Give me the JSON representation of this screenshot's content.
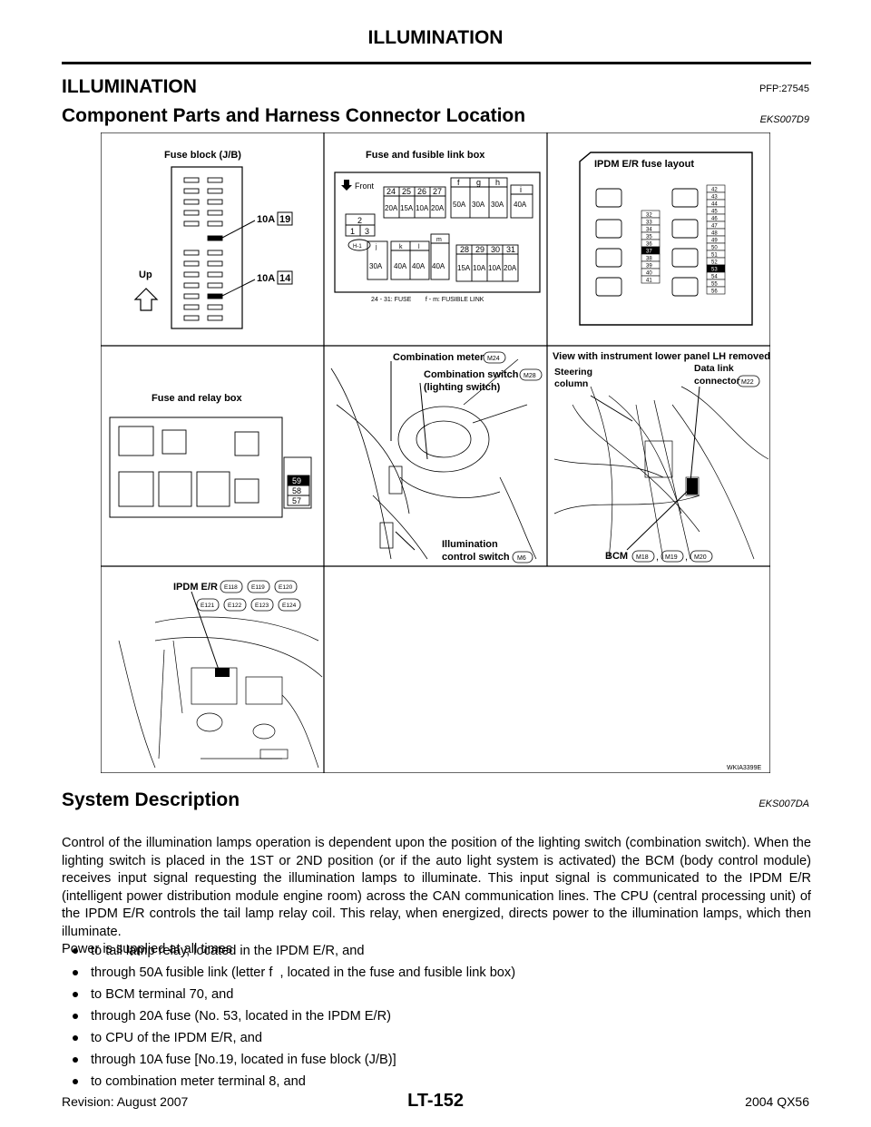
{
  "header": {
    "title": "ILLUMINATION"
  },
  "section": {
    "title": "ILLUMINATION",
    "code": "PFP:27545"
  },
  "component": {
    "title": "Component Parts and Harness Connector Location",
    "code": "EKS007D9"
  },
  "figure": {
    "fuse_block": {
      "title": "Fuse block (J/B)",
      "fuse1_amp": "10A",
      "fuse1_no": "19",
      "fuse2_amp": "10A",
      "fuse2_no": "14",
      "up": "Up"
    },
    "fusible_box": {
      "title": "Fuse and fusible link box",
      "front": "Front",
      "h1": "H-1",
      "nums_top": [
        "24",
        "25",
        "26",
        "27"
      ],
      "amps_top": [
        "20A",
        "15A",
        "10A",
        "20A"
      ],
      "letters_top": [
        "f",
        "g",
        "h",
        "i"
      ],
      "amps_letters": [
        "50A",
        "30A",
        "30A",
        "40A"
      ],
      "two": "2",
      "one": "1",
      "three": "3",
      "letters_bot": [
        "j",
        "k",
        "l",
        "m"
      ],
      "amps_bot": [
        "30A",
        "40A",
        "40A",
        "40A"
      ],
      "nums_bot": [
        "28",
        "29",
        "30",
        "31"
      ],
      "amps_bot2": [
        "15A",
        "10A",
        "10A",
        "20A"
      ],
      "legend": "24 - 31: FUSE        f - m: FUSIBLE LINK"
    },
    "ipdm_layout": {
      "title": "IPDM E/R fuse layout",
      "col1": [
        "32",
        "33",
        "34",
        "35",
        "36",
        "37",
        "38",
        "39",
        "40",
        "41"
      ],
      "col2": [
        "42",
        "43",
        "44",
        "45",
        "46",
        "47",
        "48",
        "49",
        "50",
        "51",
        "52",
        "53",
        "54",
        "55",
        "56"
      ]
    },
    "relay_box": {
      "title": "Fuse and relay box",
      "fuses": [
        "59",
        "58",
        "57"
      ]
    },
    "center": {
      "combo_meter": "Combination meter",
      "m24": "M24",
      "combo_switch": "Combination switch",
      "lighting": "(lighting switch)",
      "m28": "M28",
      "illum1": "Illumination",
      "illum2": "control switch",
      "m6": "M6"
    },
    "right": {
      "title": "View with instrument lower panel LH removed",
      "steering1": "Steering",
      "steering2": "column",
      "dl1": "Data link",
      "dl2": "connector",
      "m22": "M22",
      "bcm": "BCM",
      "m18": "M18",
      "m19": "M19",
      "m20": "M20",
      "comma": ","
    },
    "ipdm_er": {
      "label": "IPDM E/R",
      "conns": [
        "E118",
        "E119",
        "E120",
        "E121",
        "E122",
        "E123",
        "E124"
      ]
    },
    "id": "WKIA3399E"
  },
  "system": {
    "title": "System Description",
    "code": "EKS007DA"
  },
  "paragraph": "Control of the illumination lamps operation is dependent upon the position of the lighting switch (combination switch). When the lighting switch is placed in the 1ST or 2ND position (or if the auto light system is activated) the BCM (body control module) receives input signal requesting the illumination lamps to illuminate. This input signal is communicated to the IPDM E/R (intelligent power distribution module engine room) across the CAN communication lines. The CPU (central processing unit) of the IPDM E/R controls the tail lamp relay coil. This relay, when energized, directs power to the illumination lamps, which then illuminate.",
  "power": "Power is supplied at all times",
  "bullets": [
    "to tail lamp relay, located in the IPDM E/R, and",
    "through 50A fusible link (letter f  , located in the fuse and fusible link box)",
    "to BCM terminal 70, and",
    "through 20A fuse (No. 53, located in the IPDM E/R)",
    "to CPU of the IPDM E/R, and",
    "through 10A fuse [No.19, located in fuse block (J/B)]",
    "to combination meter terminal 8, and"
  ],
  "footer": {
    "revision": "Revision: August 2007",
    "page": "LT-152",
    "model": "2004 QX56"
  }
}
